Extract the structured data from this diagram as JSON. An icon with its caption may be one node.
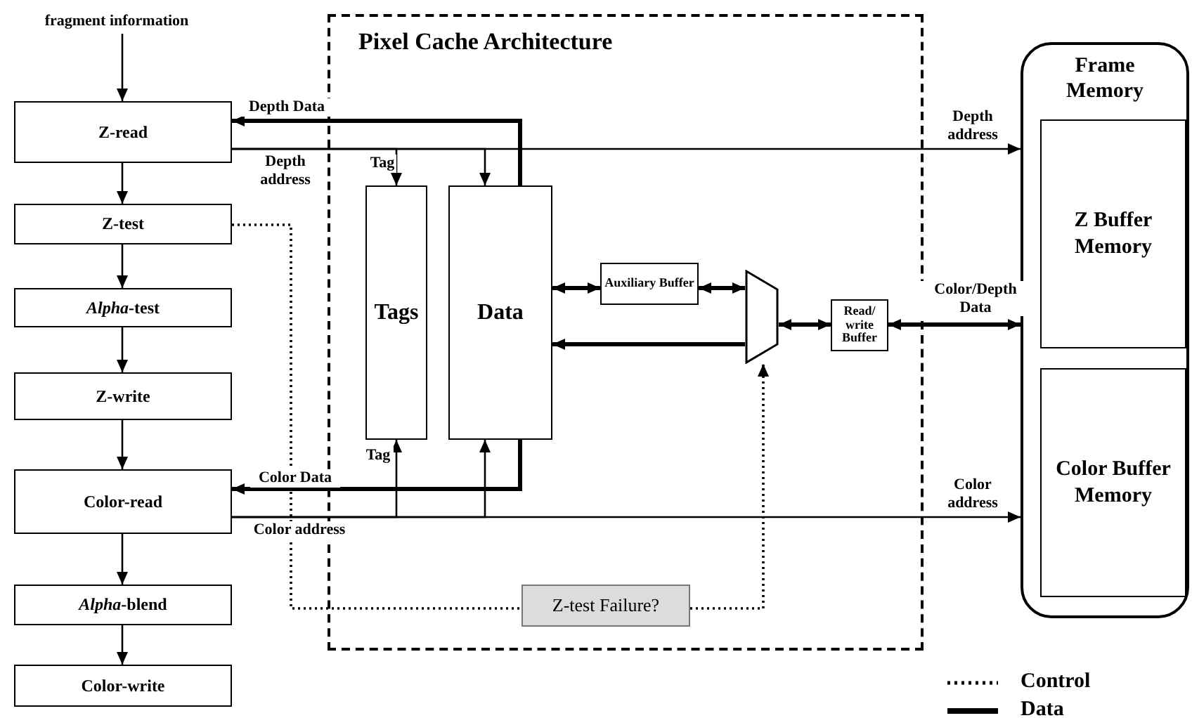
{
  "diagram": {
    "nodes": [
      {
        "text": [
          "fragment information"
        ]
      },
      {
        "text": [
          "Z-read"
        ]
      },
      {
        "text": [
          "Z-test"
        ]
      },
      {
        "text": [
          "*Alpha*-test"
        ]
      },
      {
        "text": [
          "Z-write"
        ]
      },
      {
        "text": [
          "Color-read"
        ]
      },
      {
        "text": [
          "*Alpha*-blend"
        ]
      },
      {
        "text": [
          "Color-write"
        ]
      },
      {
        "text": [
          "Pixel Cache Architecture"
        ]
      },
      {
        "text": [
          "Tags"
        ],
        "in": 8
      },
      {
        "text": [
          "Data"
        ],
        "in": 8
      },
      {
        "text": [
          "Auxiliary Buffer"
        ],
        "in": 8
      },
      {
        "text": [],
        "shape": "trapezoid",
        "in": 8
      },
      {
        "text": [
          "Read/ write Buffer"
        ],
        "in": 8
      },
      {
        "text": [
          "Z-test Failure?"
        ],
        "in": 8
      },
      {
        "text": [
          "Frame Memory"
        ]
      },
      {
        "text": [
          "Z Buffer Memory"
        ],
        "in": 15
      },
      {
        "text": [
          "Color Buffer Memory"
        ],
        "in": 15
      }
    ],
    "edges": [
      {
        "from": 0,
        "to": 1,
        "arrow": "to"
      },
      {
        "from": 1,
        "to": 2,
        "arrow": "to"
      },
      {
        "from": 2,
        "to": 3,
        "arrow": "to"
      },
      {
        "from": 3,
        "to": 4,
        "arrow": "to"
      },
      {
        "from": 4,
        "to": 5,
        "arrow": "to"
      },
      {
        "from": 5,
        "to": 6,
        "arrow": "to"
      },
      {
        "from": 6,
        "to": 7,
        "arrow": "to"
      },
      {
        "from": 1,
        "to": 15,
        "arrow": "to",
        "label": "Depth address"
      },
      {
        "from": 1,
        "to": 9,
        "arrow": "to",
        "label": "Tag"
      },
      {
        "from": 1,
        "to": 10,
        "arrow": "to",
        "label": "Depth address"
      },
      {
        "from": 10,
        "to": 1,
        "arrow": "to",
        "label": "Depth Data",
        "style": "thick"
      },
      {
        "from": 2,
        "to": 14,
        "arrow": "none",
        "style": "dashed"
      },
      {
        "from": 14,
        "to": 12,
        "arrow": "to",
        "style": "dashed"
      },
      {
        "from": 10,
        "to": 11,
        "arrow": "both",
        "style": "thick"
      },
      {
        "from": 11,
        "to": 12,
        "arrow": "both",
        "style": "thick"
      },
      {
        "from": 12,
        "to": 10,
        "arrow": "to",
        "style": "thick"
      },
      {
        "from": 12,
        "to": 13,
        "arrow": "both",
        "style": "thick"
      },
      {
        "from": 13,
        "to": 15,
        "arrow": "both",
        "label": "Color/Depth Data",
        "style": "thick"
      },
      {
        "from": 5,
        "to": 15,
        "arrow": "to",
        "label": "Color address"
      },
      {
        "from": 5,
        "to": 9,
        "arrow": "to",
        "label": "Tag"
      },
      {
        "from": 5,
        "to": 10,
        "arrow": "to",
        "label": "Color address"
      },
      {
        "from": 10,
        "to": 5,
        "arrow": "to",
        "label": "Color Data",
        "style": "thick"
      }
    ],
    "legend": [
      {
        "text": "Control"
      },
      {
        "text": "Data"
      }
    ]
  }
}
